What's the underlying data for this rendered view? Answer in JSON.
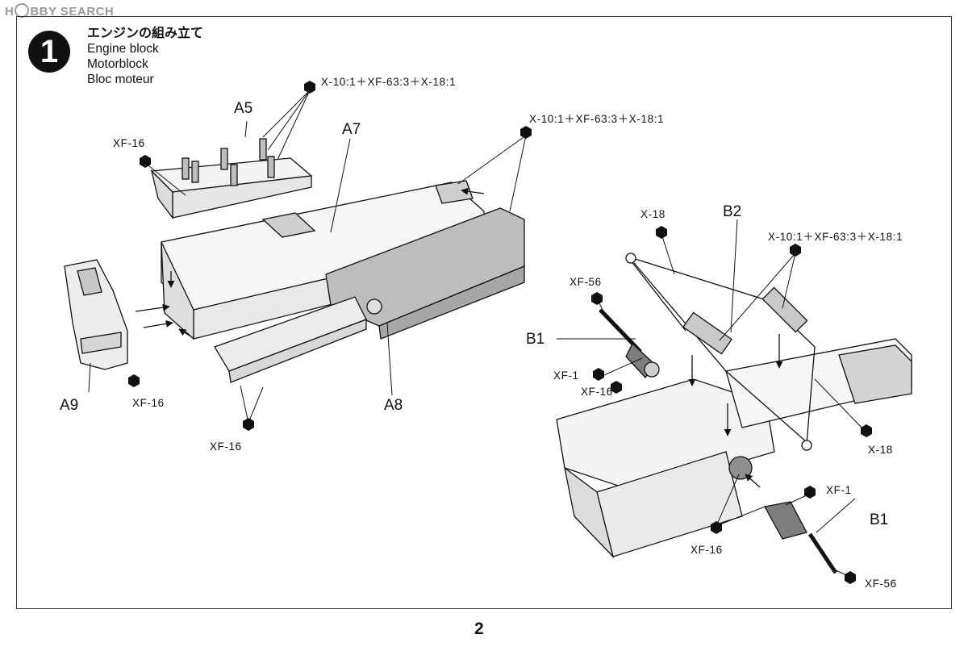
{
  "watermark": {
    "pre": "H",
    "post": "BBY SEARCH"
  },
  "step": {
    "number": "1",
    "title_jp": "エンジンの組み立て",
    "title_en": "Engine block",
    "title_de": "Motorblock",
    "title_fr": "Bloc moteur"
  },
  "parts": {
    "a5": "A5",
    "a7": "A7",
    "a8": "A8",
    "a9": "A9",
    "b1_left": "B1",
    "b1_right": "B1",
    "b2": "B2"
  },
  "glue": {
    "mix_a": "X-10:1＋XF-63:3＋X-18:1",
    "mix_b": "X-10:1＋XF-63:3＋X-18:1",
    "mix_c": "X-10:1＋XF-63:3＋X-18:1",
    "xf16_a": "XF-16",
    "xf16_b": "XF-16",
    "xf16_c": "XF-16",
    "xf16_d": "XF-16",
    "xf16_e": "XF-16",
    "x18_a": "X-18",
    "x18_b": "X-18",
    "xf56_a": "XF-56",
    "xf56_b": "XF-56",
    "xf1_a": "XF-1",
    "xf1_b": "XF-1"
  },
  "page_number": "2"
}
